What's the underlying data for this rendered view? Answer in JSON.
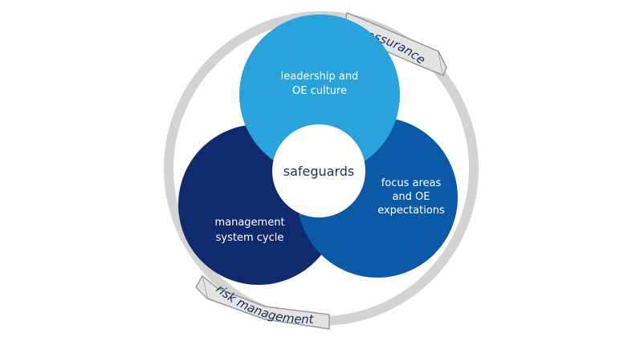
{
  "diagram": {
    "center_label": "safeguards",
    "segments": [
      {
        "name": "leadership",
        "line1": "leadership and",
        "line2": "OE culture",
        "color": "#29a3dc"
      },
      {
        "name": "focus",
        "line1": "focus areas",
        "line2": "and OE",
        "line3": "expectations",
        "color": "#0b5aa8"
      },
      {
        "name": "management",
        "line1": "management",
        "line2": "system cycle",
        "color": "#0f2b6d"
      }
    ],
    "ring": {
      "top_label": "assurance",
      "bottom_label": "risk management",
      "ring_color": "#d3d3d3",
      "outline_color": "#8a8a8a"
    }
  }
}
